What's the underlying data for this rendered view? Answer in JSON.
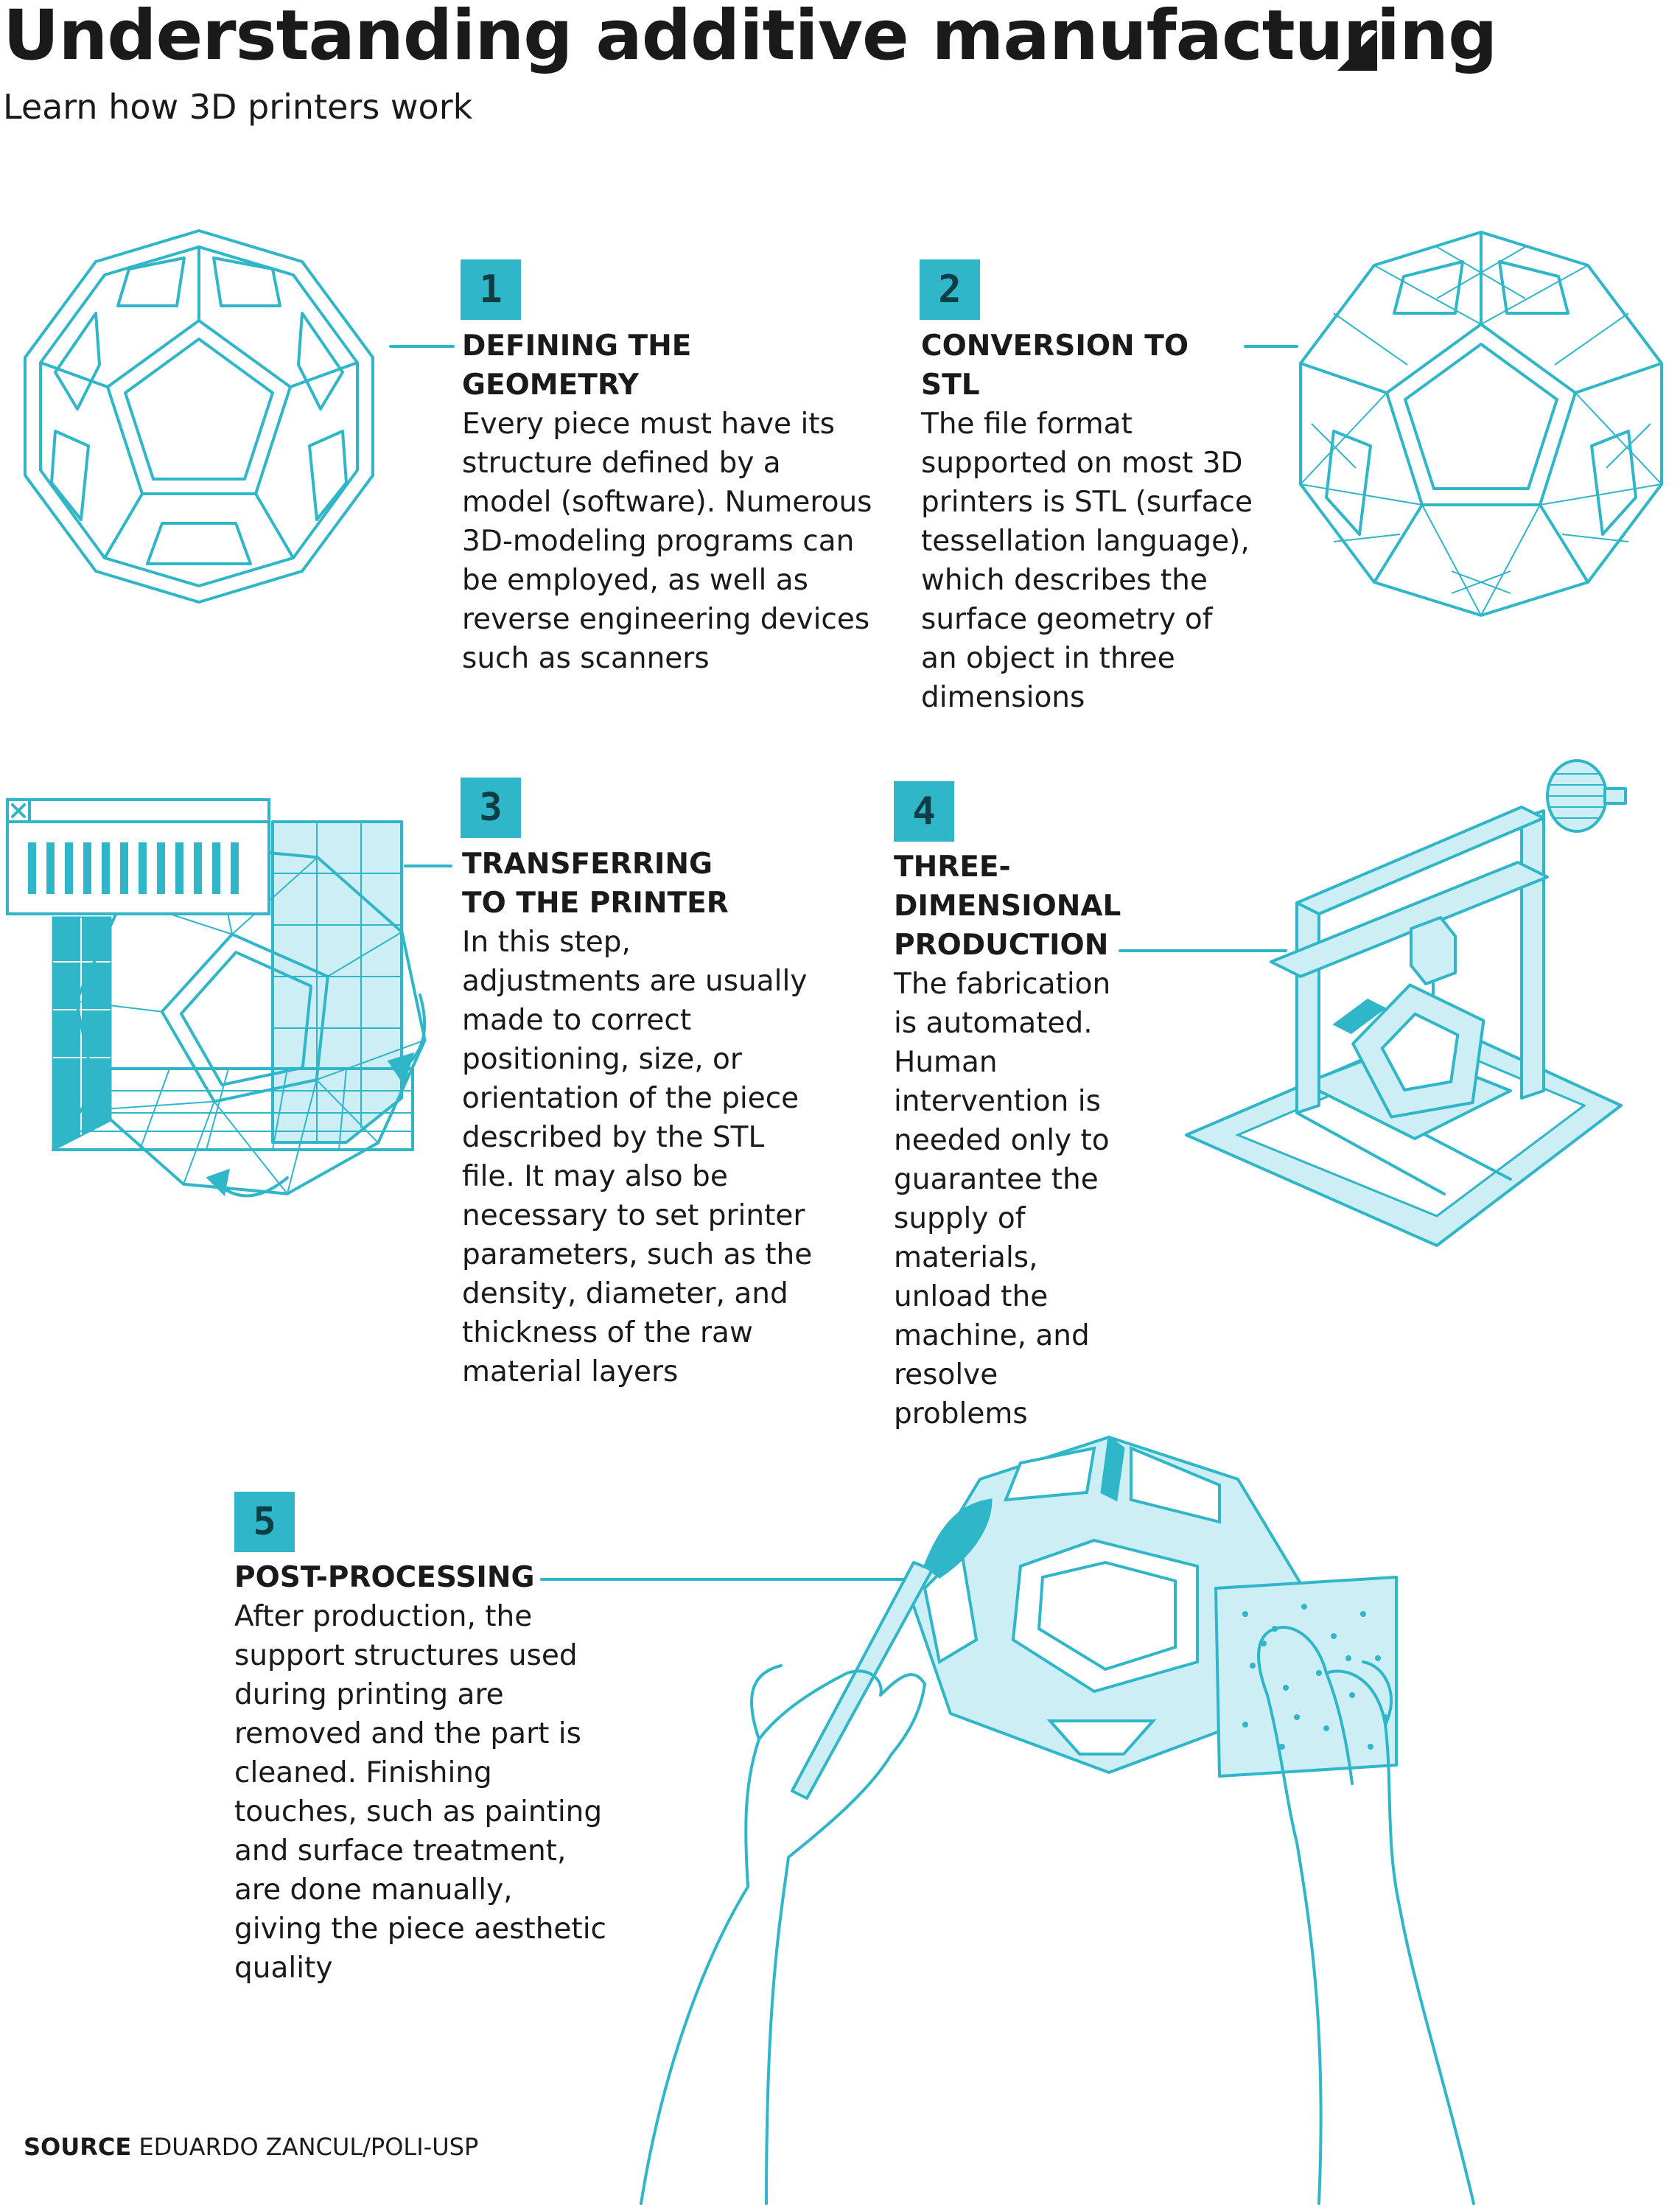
{
  "header": {
    "title": "Understanding additive manufacturing",
    "subtitle": "Learn how 3D printers work"
  },
  "steps": [
    {
      "number": "1",
      "heading": "DEFINING THE GEOMETRY",
      "text": "Every piece must have its structure defined by a model (software). Numerous 3D-modeling programs can be employed, as well as reverse engineering devices such as scanners"
    },
    {
      "number": "2",
      "heading": "CONVERSION TO STL",
      "text": "The file format supported on most 3D printers is STL (surface tessellation language), which describes the surface geometry of an object in three dimensions"
    },
    {
      "number": "3",
      "heading": "TRANSFERRING TO THE PRINTER",
      "text": "In this step, adjustments are usually made to correct positioning, size, or orientation of the piece described by the STL file. It may also be necessary to set printer parameters, such as the density, diameter, and thickness of the raw material layers"
    },
    {
      "number": "4",
      "heading": "THREE-DIMENSIONAL PRODUCTION",
      "text": "The fabrication is automated. Human intervention is needed only to guarantee the supply of materials, unload the machine, and resolve problems"
    },
    {
      "number": "5",
      "heading": "POST-PROCESSING",
      "text": "After production, the support structures used during printing are removed and the part is cleaned. Finishing touches, such as painting and surface treatment, are done manually, giving the piece aesthetic quality"
    }
  ],
  "source": {
    "label": "SOURCE",
    "text": "EDUARDO ZANCUL/POLI-USP"
  },
  "colors": {
    "accent": "#2fb6c9",
    "accent_light": "#cdeef4",
    "text": "#1a1a1a"
  },
  "icons": [
    "dodecahedron-model-icon",
    "stl-mesh-icon",
    "software-window-icon",
    "printer-icon",
    "hands-finishing-icon"
  ]
}
